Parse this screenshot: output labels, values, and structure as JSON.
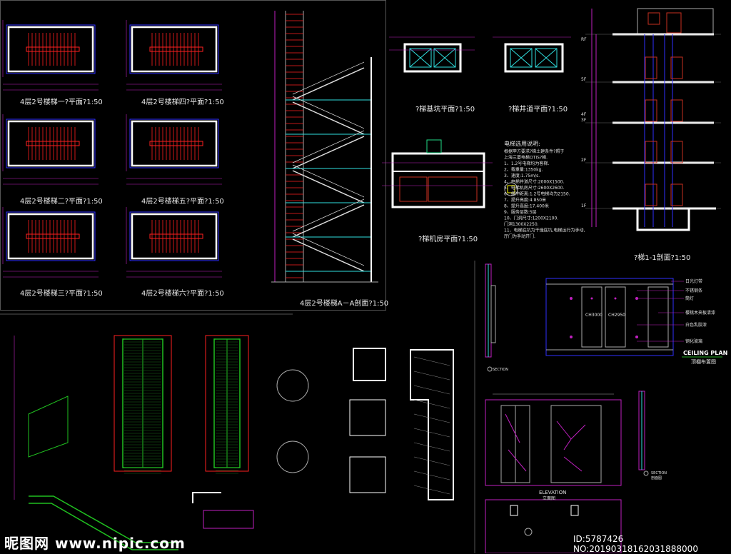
{
  "stair_plans": {
    "titles": [
      "4层2号楼梯一?平面?1:50",
      "4层2号楼梯四?平面?1:50",
      "4层2号楼梯二?平面?1:50",
      "4层2号楼梯五?平面?1:50",
      "4层2号楼梯三?平面?1:50",
      "4层2号楼梯六?平面?1:50"
    ],
    "section_title": "4层2号楼梯A－A剖面?1:50"
  },
  "elevator": {
    "pit_title": "?梯基坑平面?1:50",
    "shaft_title": "?梯井道平面?1:50",
    "machine_room_title": "?梯机房平面?1:50",
    "section_title": "?梯1-1剖面?1:50",
    "floor_labels": [
      "RF",
      "5F",
      "4F",
      "3F",
      "2F",
      "1F"
    ],
    "notes_title": "电梯选用说明:",
    "notes": [
      "根据甲方要求?梯土建条件?照于",
      "上海三菱电梯OTIS?梯.",
      "1、1.2号电梯均为客梯.",
      "2、载重量:1350kg.",
      "3、速度:1.75m/s.",
      "4、电梯井道尺寸:2000X1500.",
      "5、电梯机房尺寸:2600X2600.",
      "6、缓冲距离:1.2号电梯均为2150.",
      "7、提升高度:4.850米",
      "8、提升高度:17.400米",
      "9、服务层数:5层",
      "10、门洞尺寸:1200X2100.",
      "门洞1300X2250.",
      "11、电梯底坑为干燥底坑,电梯运行为手动,",
      "厅门为手动开门."
    ]
  },
  "ceiling": {
    "labels": [
      "日光灯带",
      "不锈钢条",
      "筒灯",
      "樱桃木夹板清漆",
      "白色乳胶漆",
      "钢化玻璃"
    ],
    "heights": [
      "CH3000",
      "CH2950"
    ],
    "title_en": "CEILING PLAN",
    "title_cn": "顶棚布置图"
  },
  "elevation": {
    "title_en": "ELEVATION",
    "title_cn": "立面图"
  },
  "section_detail": {
    "title_en": "SECTION",
    "title_cn": "剖面图"
  },
  "watermark": {
    "logo": "昵图网 www.nipic.com",
    "id": "ID:5787426 NO:20190318162031888000"
  },
  "colors": {
    "background": "#000000",
    "wall": "#ffffff",
    "dim": "#c020c0",
    "axis": "#3030ff",
    "stair": "#ff2020",
    "cyan": "#30e0e0",
    "green": "#20c020",
    "door": "#c83020"
  }
}
